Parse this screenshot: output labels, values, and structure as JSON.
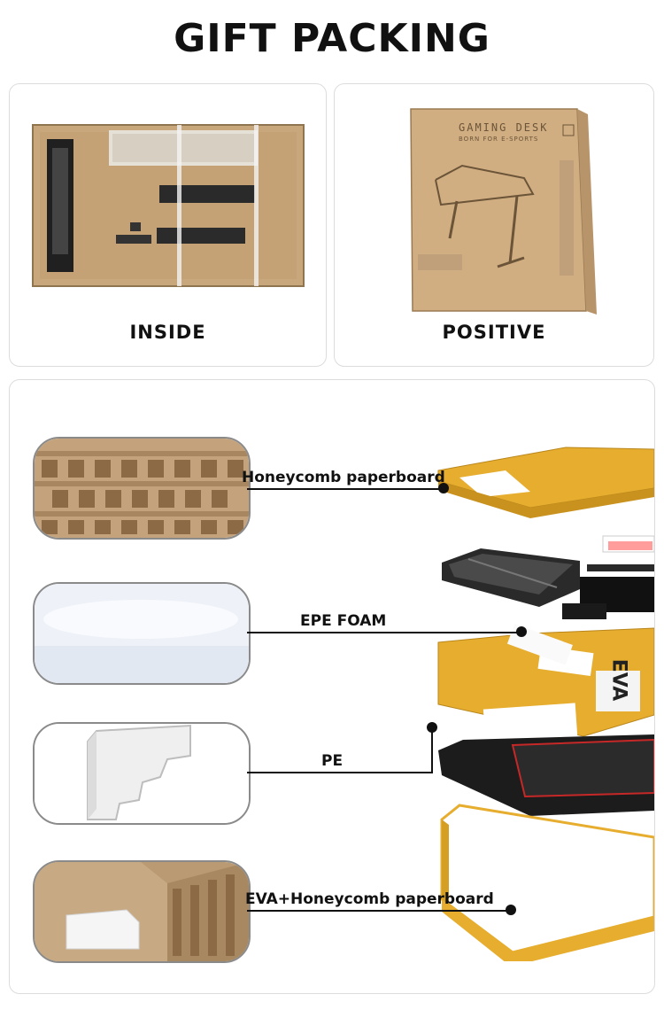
{
  "header": {
    "title": "GIFT PACKING"
  },
  "top_panels": [
    {
      "label": "INSIDE"
    },
    {
      "label": "POSITIVE"
    }
  ],
  "box_print": {
    "line1": "GAMING DESK",
    "line2": "BORN FOR E-SPORTS"
  },
  "materials": [
    {
      "label": "Honeycomb paperboard"
    },
    {
      "label": "EPE FOAM"
    },
    {
      "label": "PE"
    },
    {
      "label": "EVA+Honeycomb paperboard"
    }
  ],
  "eva_tag": "EVA",
  "colors": {
    "gold": "#e6ad2e",
    "cardboard": "#c9a77c",
    "foam": "#eef2f8",
    "desk": "#1c1c1c"
  }
}
